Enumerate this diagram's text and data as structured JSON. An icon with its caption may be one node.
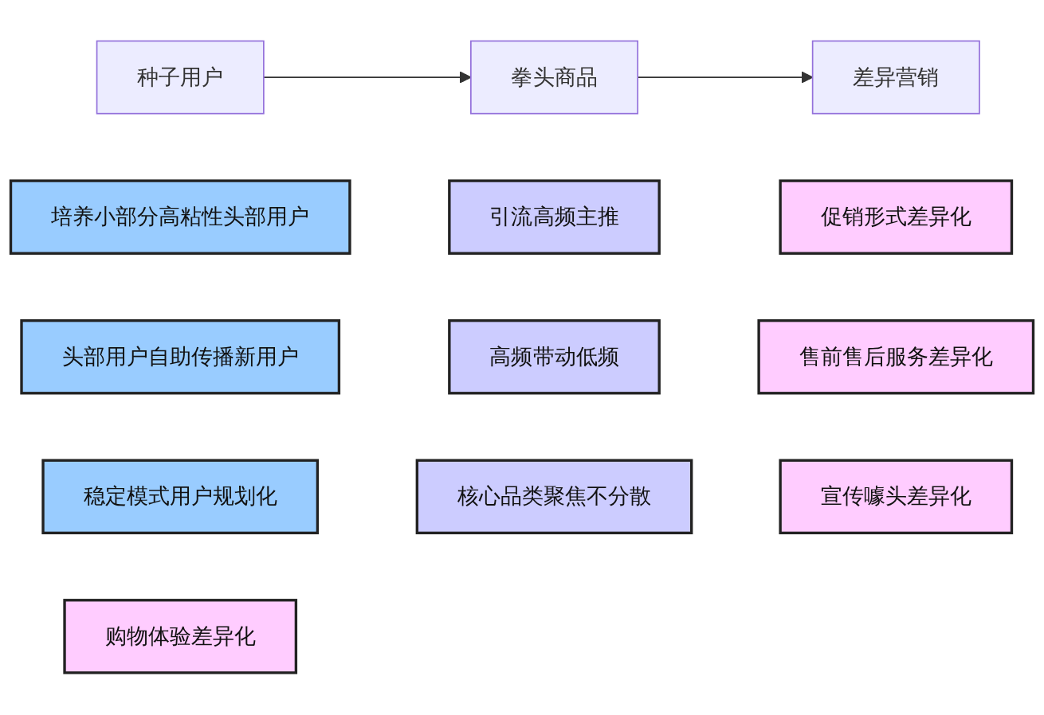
{
  "diagram": {
    "nodes": [
      {
        "text": [
          "种子用户"
        ]
      },
      {
        "text": [
          "拳头商品"
        ]
      },
      {
        "text": [
          "差异营销"
        ]
      },
      {
        "text": [
          "培养小部分高粘性头部用户"
        ]
      },
      {
        "text": [
          "引流高频主推"
        ]
      },
      {
        "text": [
          "促销形式差异化"
        ]
      },
      {
        "text": [
          "头部用户自助传播新用户"
        ]
      },
      {
        "text": [
          "高频带动低频"
        ]
      },
      {
        "text": [
          "售前售后服务差异化"
        ]
      },
      {
        "text": [
          "稳定模式用户规划化"
        ]
      },
      {
        "text": [
          "核心品类聚焦不分散"
        ]
      },
      {
        "text": [
          "宣传噱头差异化"
        ]
      },
      {
        "text": [
          "购物体验差异化"
        ]
      }
    ],
    "edges": [
      {
        "from": 0,
        "to": 1,
        "arrow": "to"
      },
      {
        "from": 1,
        "to": 2,
        "arrow": "to"
      }
    ]
  }
}
